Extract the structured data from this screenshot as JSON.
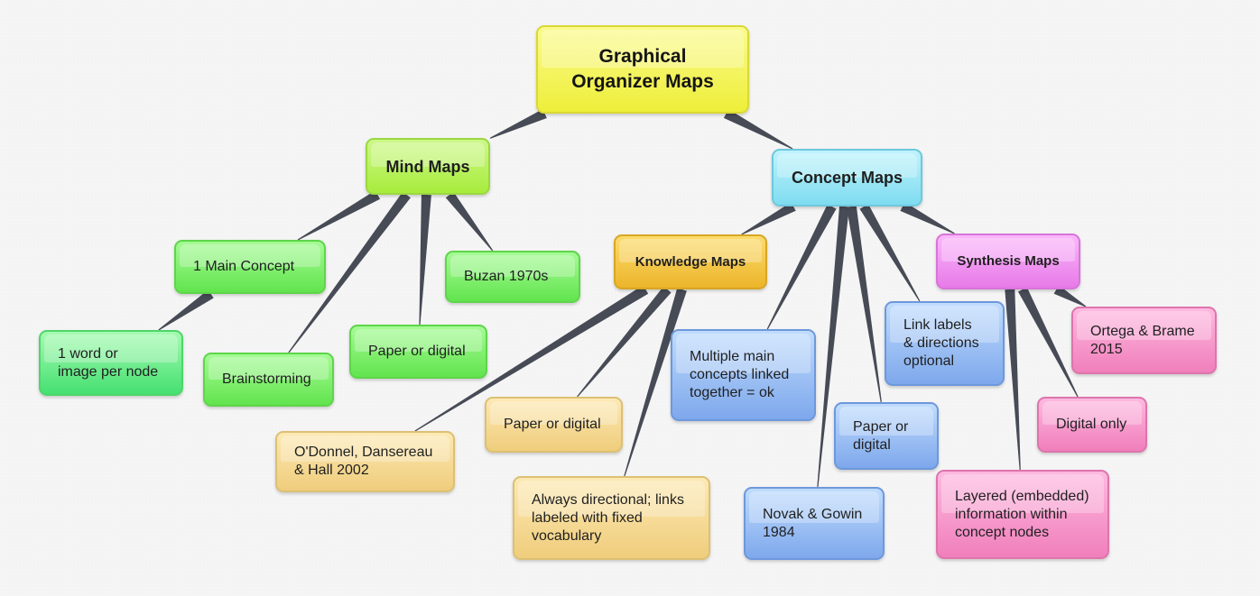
{
  "diagram": {
    "type": "mind-map",
    "link_color": "#474b56",
    "root": {
      "label": "Graphical\nOrganizer Maps",
      "color": "#f4f45c"
    },
    "branches": [
      {
        "label": "Mind Maps",
        "color": "#bdf262",
        "children": [
          {
            "label": "1 Main Concept",
            "children": [
              {
                "label": "1 word or\nimage per node"
              }
            ]
          },
          {
            "label": "Brainstorming"
          },
          {
            "label": "Paper or digital"
          },
          {
            "label": "Buzan 1970s"
          }
        ]
      },
      {
        "label": "Concept Maps",
        "color": "#9fe8f6",
        "children": [
          {
            "label": "Knowledge Maps",
            "color": "#f4c63f",
            "children": [
              {
                "label": "O'Donnel, Dansereau\n& Hall 2002"
              },
              {
                "label": "Paper or digital"
              },
              {
                "label": "Always directional; links\nlabeled with fixed\nvocabulary"
              }
            ]
          },
          {
            "label": "Multiple main\nconcepts linked\ntogether = ok"
          },
          {
            "label": "Novak & Gowin\n1984"
          },
          {
            "label": "Paper or\ndigital"
          },
          {
            "label": "Link labels\n& directions\noptional"
          },
          {
            "label": "Synthesis Maps",
            "color": "#f29bf2",
            "children": [
              {
                "label": "Layered (embedded)\ninformation within\nconcept nodes"
              },
              {
                "label": "Digital only"
              },
              {
                "label": "Ortega & Brame\n2015"
              }
            ]
          }
        ]
      }
    ]
  }
}
